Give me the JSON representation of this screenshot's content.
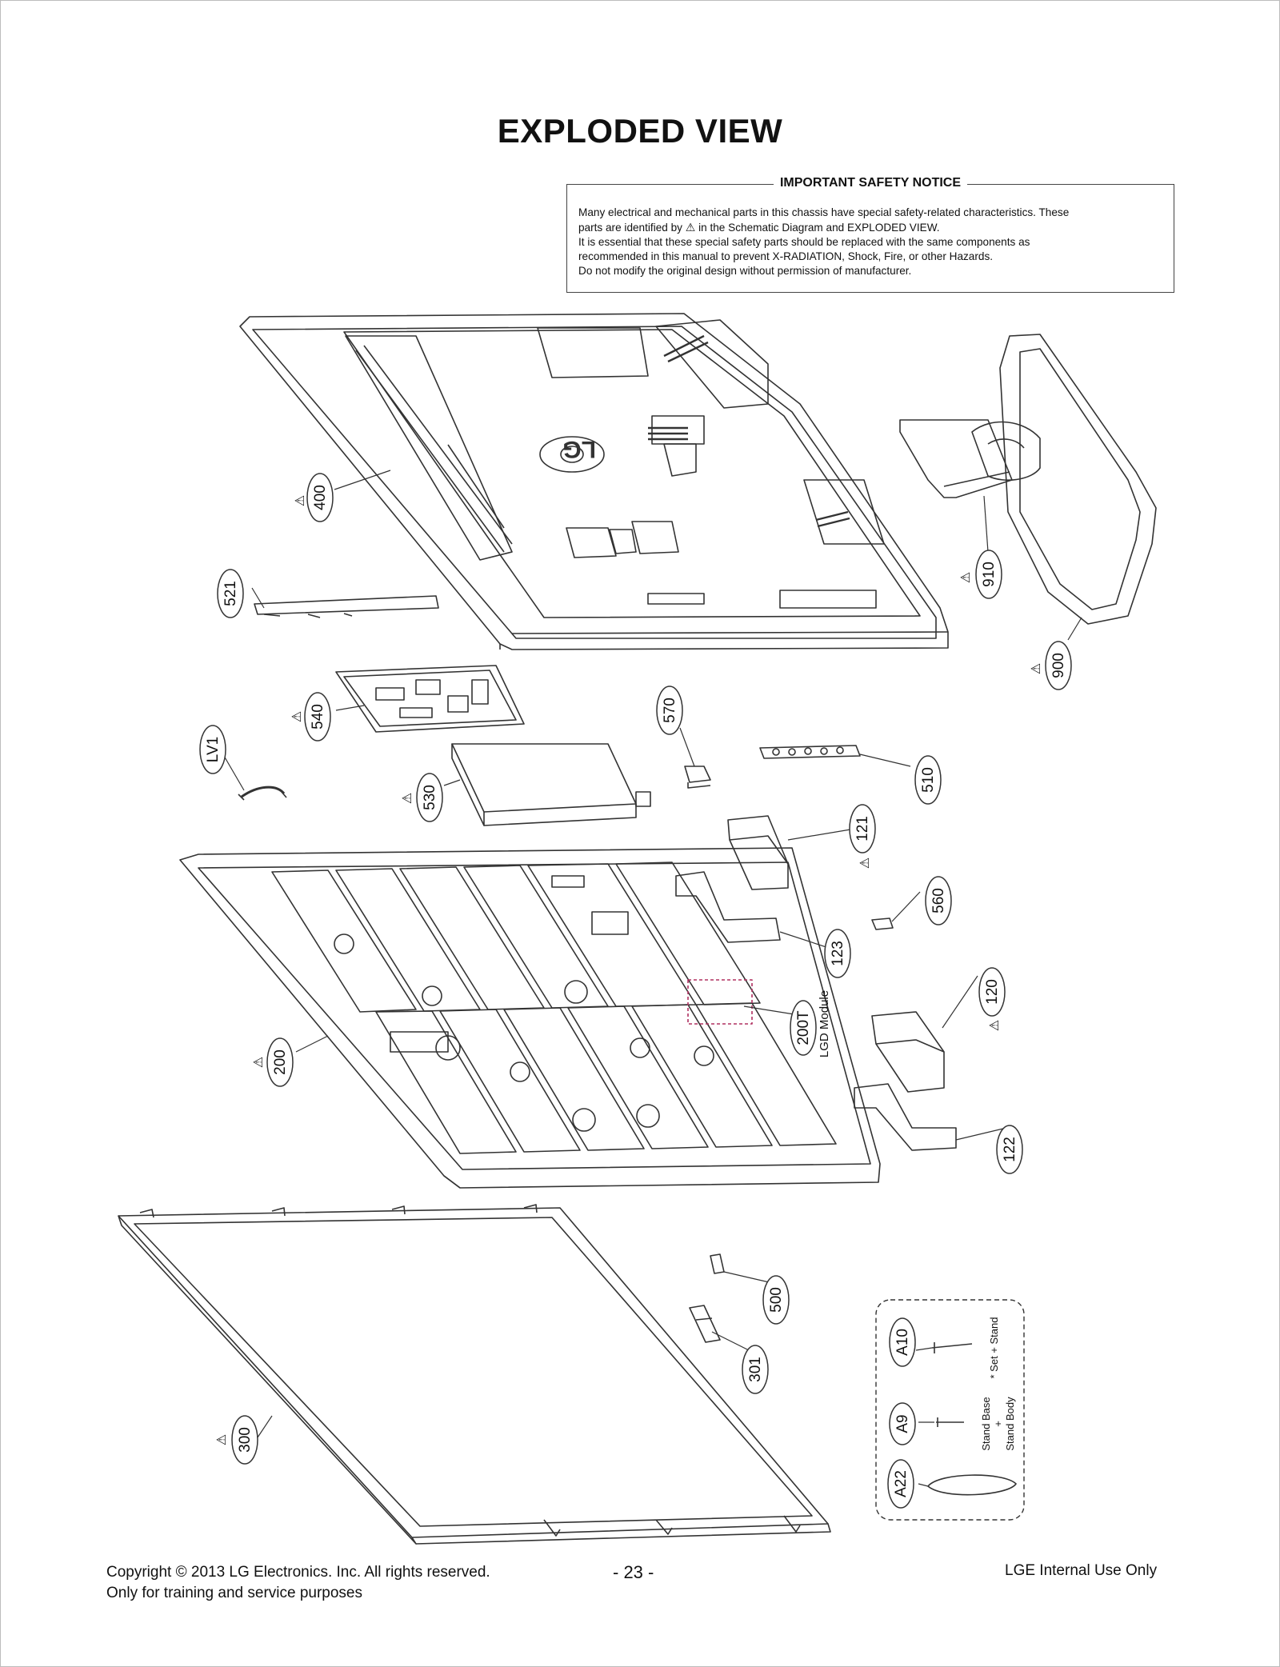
{
  "page": {
    "title": "EXPLODED VIEW",
    "notice": {
      "title": "IMPORTANT SAFETY NOTICE",
      "line1": "Many electrical and mechanical parts in this chassis have special safety-related characteristics. These",
      "line2_pre": "parts are identified by",
      "line2_post": "in the Schematic Diagram and EXPLODED VIEW.",
      "line3": "It is essential that these special safety parts should be replaced with the same components as",
      "line4": "recommended in this manual to prevent X-RADIATION, Shock, Fire, or other Hazards.",
      "line5": "Do not modify the original design without permission of manufacturer."
    },
    "footer": {
      "copyright": "Copyright  © 2013 LG Electronics. Inc. All rights reserved.",
      "purpose": "Only for training and service purposes",
      "page_number": "- 23 -",
      "internal": "LGE Internal Use Only"
    }
  },
  "diagram": {
    "part_labels": [
      "400",
      "521",
      "540",
      "LV1",
      "530",
      "570",
      "910",
      "900",
      "510",
      "121",
      "560",
      "123",
      "120",
      "200T",
      "200",
      "122",
      "500",
      "301",
      "300",
      "A10",
      "A9",
      "A22"
    ],
    "module_label": "LGD Module",
    "accessory_labels": {
      "set_stand": "* Set + Stand",
      "stand_base": "Stand Base",
      "plus": "+",
      "stand_body": "Stand Body"
    },
    "brand_mark": "LG",
    "warning_symbol": "⚠"
  }
}
